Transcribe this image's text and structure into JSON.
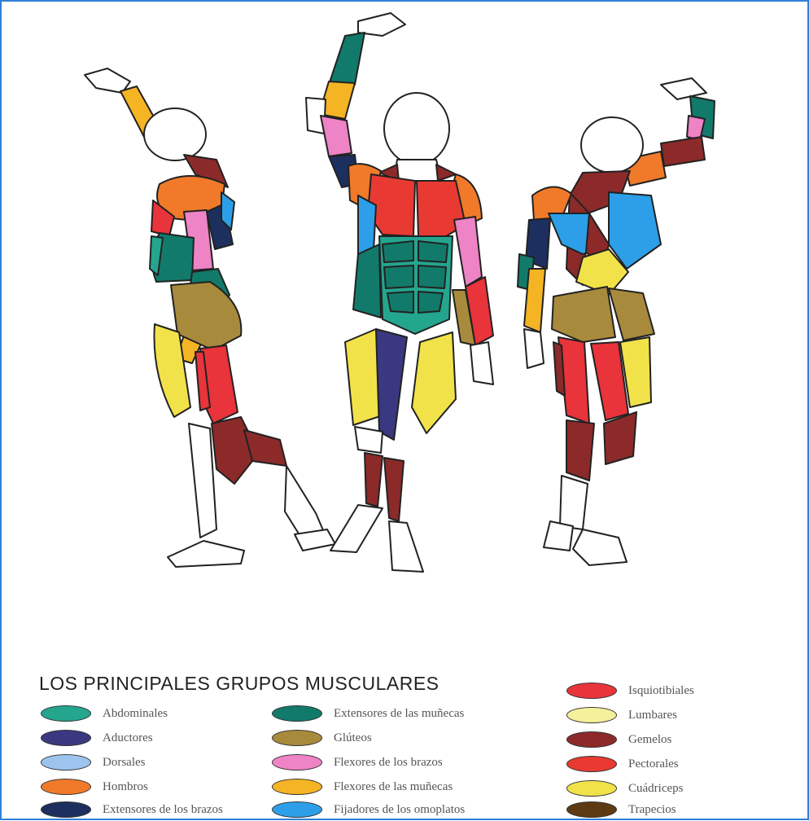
{
  "legend": {
    "title": "LOS PRINCIPALES GRUPOS MUSCULARES",
    "columns": [
      [
        {
          "label": "Abdominales",
          "color": "#24a58e"
        },
        {
          "label": "Aductores",
          "color": "#3a3880"
        },
        {
          "label": "Dorsales",
          "color": "#9cc4ee"
        },
        {
          "label": "Hombros",
          "color": "#f07a2a"
        },
        {
          "label": "Extensores de los brazos",
          "color": "#1d2f5e"
        }
      ],
      [
        {
          "label": "Extensores de las muñecas",
          "color": "#127a6a"
        },
        {
          "label": "Glúteos",
          "color": "#a88a3c"
        },
        {
          "label": "Flexores de los brazos",
          "color": "#ee83c6"
        },
        {
          "label": "Flexores de las muñecas",
          "color": "#f5b424"
        },
        {
          "label": "Fijadores de los omoplatos",
          "color": "#2c9fe8"
        }
      ],
      [
        {
          "label": "Isquiotibiales",
          "color": "#e8343a"
        },
        {
          "label": "Lumbares",
          "color": "#f5f09a"
        },
        {
          "label": "Gemelos",
          "color": "#8c2a2a"
        },
        {
          "label": "Pectorales",
          "color": "#e83a33"
        },
        {
          "label": "Cuádriceps",
          "color": "#f2e24a"
        },
        {
          "label": "Trapecios",
          "color": "#5e3a12"
        }
      ]
    ]
  }
}
